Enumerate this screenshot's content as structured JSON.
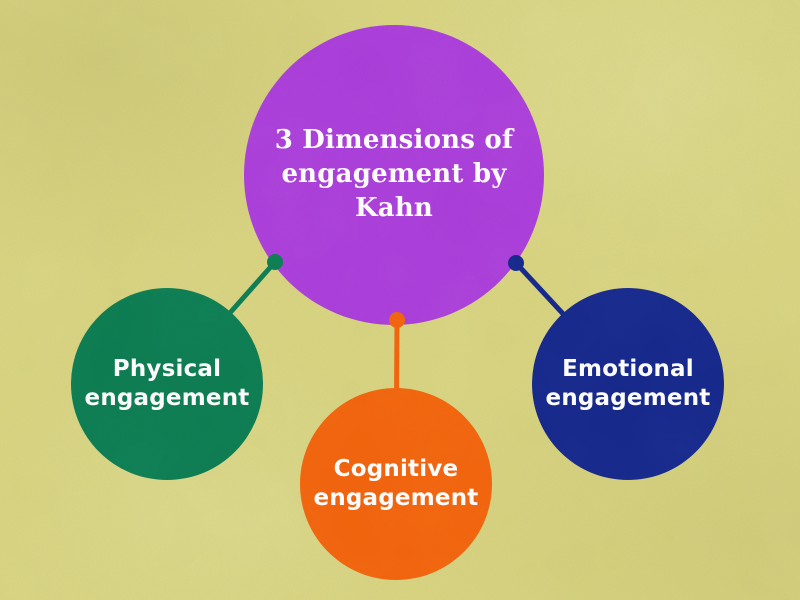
{
  "diagram": {
    "title": "3 Dimensions of engagement by Kahn",
    "nodes": {
      "center": {
        "line1": "3 Dimensions of",
        "line2": "engagement by Kahn"
      },
      "physical": {
        "line1": "Physical",
        "line2": "engagement"
      },
      "cognitive": {
        "line1": "Cognitive",
        "line2": "engagement"
      },
      "emotional": {
        "line1": "Emotional",
        "line2": "engagement"
      }
    },
    "colors": {
      "background": "#d8d480",
      "center": "#ab3edb",
      "physical": "#0e7d52",
      "cognitive": "#f4640e",
      "emotional": "#16288c",
      "text": "#ffffff"
    }
  }
}
